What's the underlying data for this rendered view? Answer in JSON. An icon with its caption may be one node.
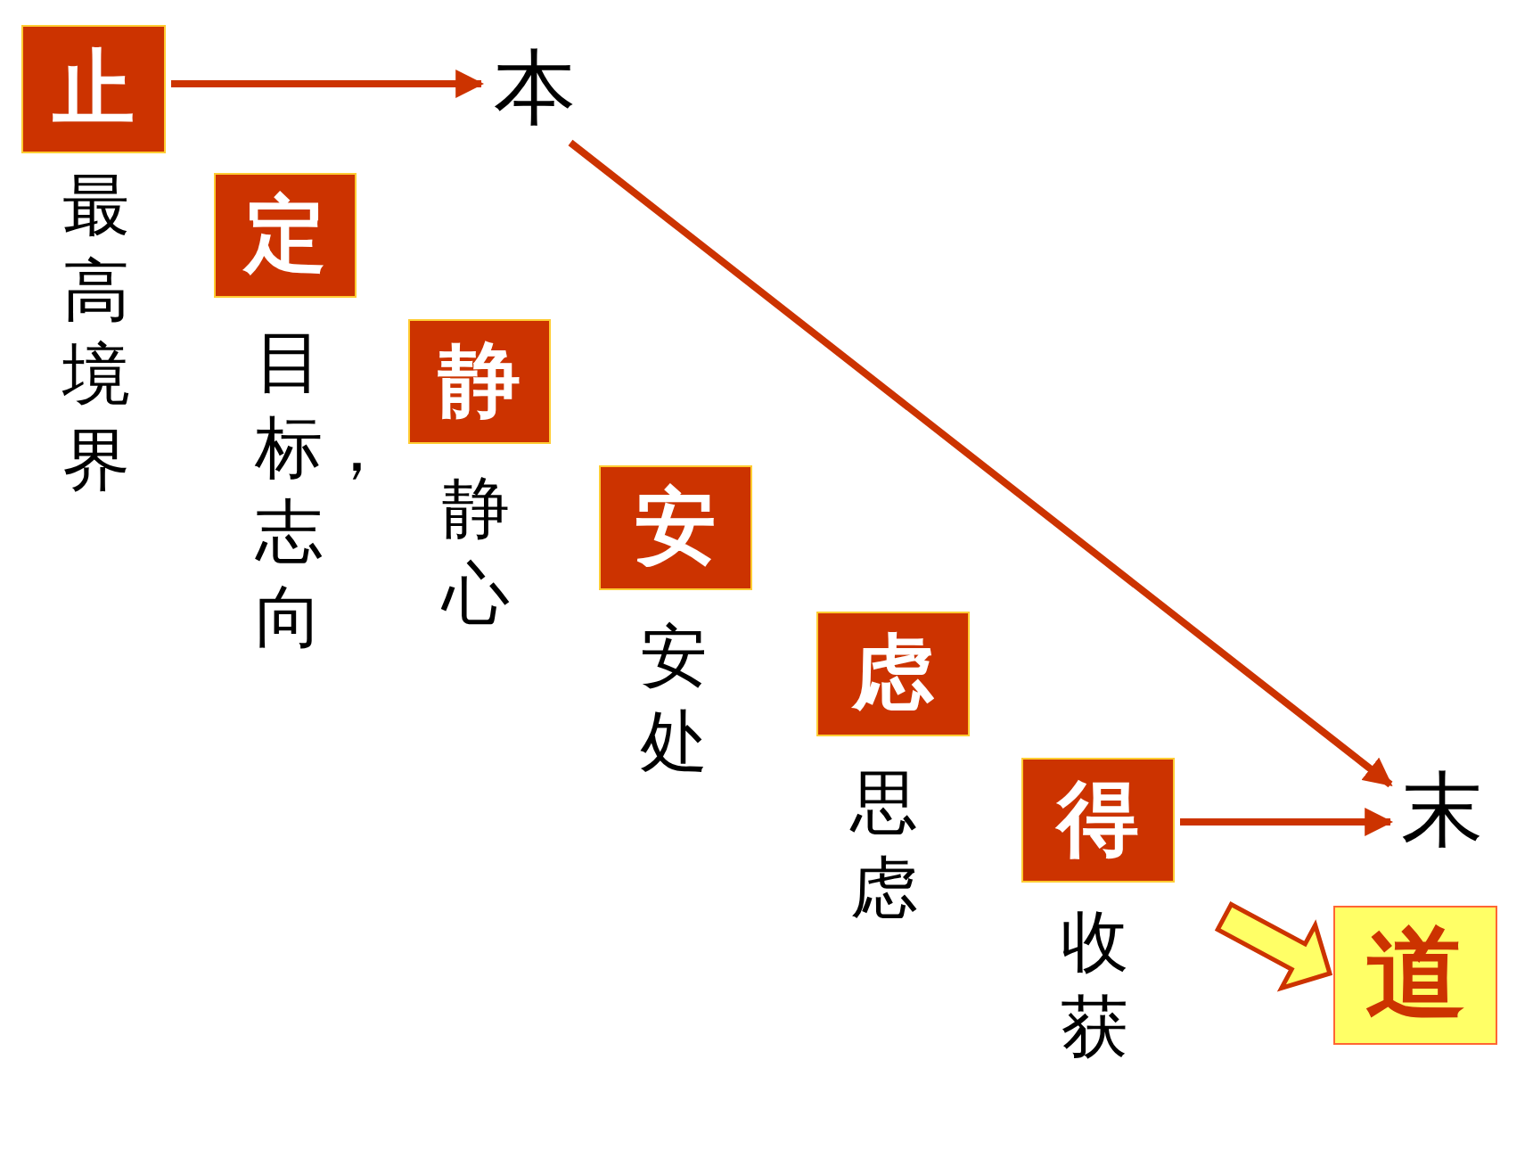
{
  "diagram": {
    "nodes": [
      {
        "text": [
          "止"
        ],
        "beside": [
          "最高境界"
        ]
      },
      {
        "text": [
          "本"
        ]
      },
      {
        "text": [
          "定"
        ],
        "beside": [
          "目标，志向"
        ]
      },
      {
        "text": [
          "静"
        ],
        "beside": [
          "静心"
        ]
      },
      {
        "text": [
          "安"
        ],
        "beside": [
          "安处"
        ]
      },
      {
        "text": [
          "虑"
        ],
        "beside": [
          "思虑"
        ]
      },
      {
        "text": [
          "得"
        ],
        "beside": [
          "收获"
        ]
      },
      {
        "text": [
          "末"
        ]
      },
      {
        "text": [
          "道"
        ]
      }
    ],
    "edges": [
      {
        "from": 0,
        "to": 1,
        "arrow": "to"
      },
      {
        "from": 1,
        "to": 7,
        "arrow": "to"
      },
      {
        "from": 6,
        "to": 7,
        "arrow": "to"
      },
      {
        "from": 6,
        "to": 8,
        "arrow": "to",
        "style": "thick"
      }
    ]
  }
}
